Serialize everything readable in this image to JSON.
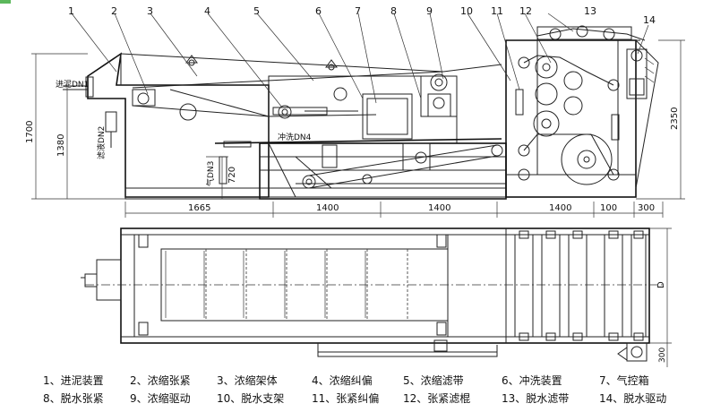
{
  "callouts": [
    "1",
    "2",
    "3",
    "4",
    "5",
    "6",
    "7",
    "8",
    "9",
    "10",
    "11",
    "12",
    "13",
    "14"
  ],
  "dimensions": {
    "height_total": "1700",
    "height_inlet": "1380",
    "height_low": "720",
    "height_right": "2350",
    "width_1": "1665",
    "width_2": "1400",
    "width_3": "1400",
    "width_4": "1400",
    "width_5": "100",
    "width_6": "300",
    "depth": "D",
    "offset_bottom": "300"
  },
  "pipe_labels": {
    "inlet": "进泥DN1",
    "flush": "冲洗DN4",
    "drain": "滤液DN2",
    "gas": "气DN3"
  },
  "legend": [
    "1、进泥装置",
    "2、浓缩张紧",
    "3、浓缩架体",
    "4、浓缩纠偏",
    "5、浓缩滤带",
    "6、冲洗装置",
    "7、气控箱",
    "8、脱水张紧",
    "9、浓缩驱动",
    "10、脱水支架",
    "11、张紧纠偏",
    "12、张紧滤棍",
    "13、脱水滤带",
    "14、脱水驱动"
  ],
  "colors": {
    "corner_accent": "#5cb85c",
    "ink": "#222222"
  }
}
